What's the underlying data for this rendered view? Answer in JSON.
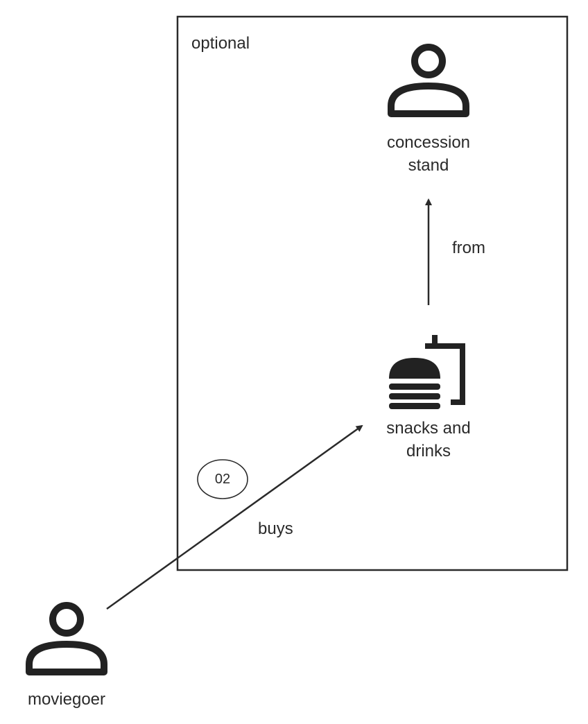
{
  "frame": {
    "label": "optional"
  },
  "nodes": {
    "concession_stand": {
      "line1": "concession",
      "line2": "stand",
      "icon": "person-icon"
    },
    "snacks_and_drinks": {
      "line1": "snacks and",
      "line2": "drinks",
      "icon": "burger-and-drink-icon"
    },
    "moviegoer": {
      "label": "moviegoer",
      "icon": "person-icon"
    }
  },
  "edges": {
    "from": {
      "label": "from"
    },
    "buys": {
      "label": "buys",
      "step": "02"
    }
  },
  "colors": {
    "stroke": "#2a2a2a",
    "background": "#ffffff"
  }
}
